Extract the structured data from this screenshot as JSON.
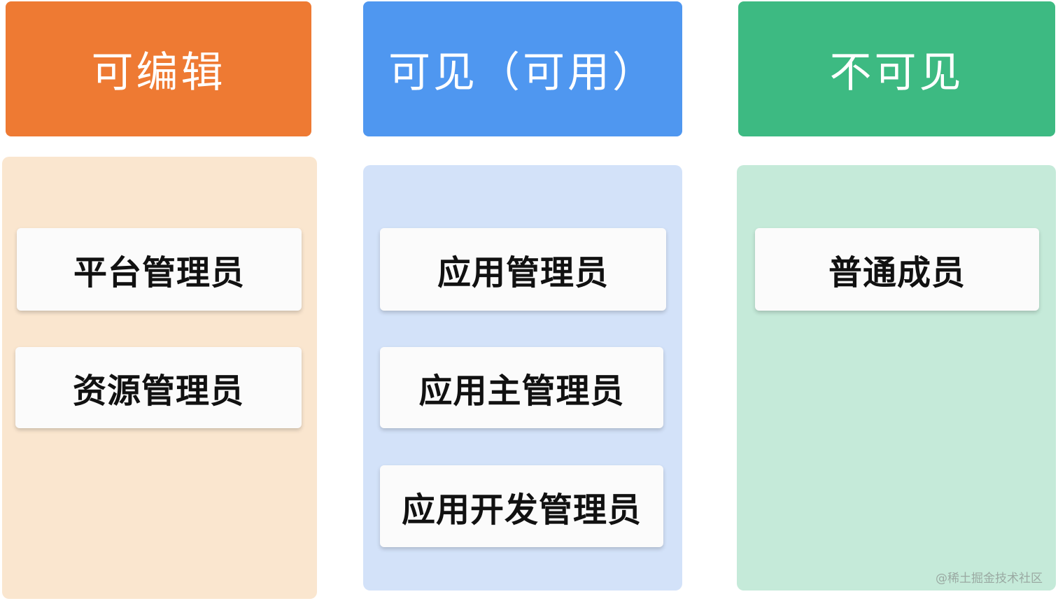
{
  "columns": [
    {
      "title": "可编辑",
      "header_color": "#ee7a33",
      "bg_color": "#fae6cf",
      "roles": [
        "平台管理员",
        "资源管理员"
      ]
    },
    {
      "title": "可见（可用）",
      "header_color": "#4f97f0",
      "bg_color": "#d3e2f9",
      "roles": [
        "应用管理员",
        "应用主管理员",
        "应用开发管理员"
      ]
    },
    {
      "title": "不可见",
      "header_color": "#3dba82",
      "bg_color": "#c5ead9",
      "roles": [
        "普通成员"
      ]
    }
  ],
  "watermark": "@稀土掘金技术社区"
}
